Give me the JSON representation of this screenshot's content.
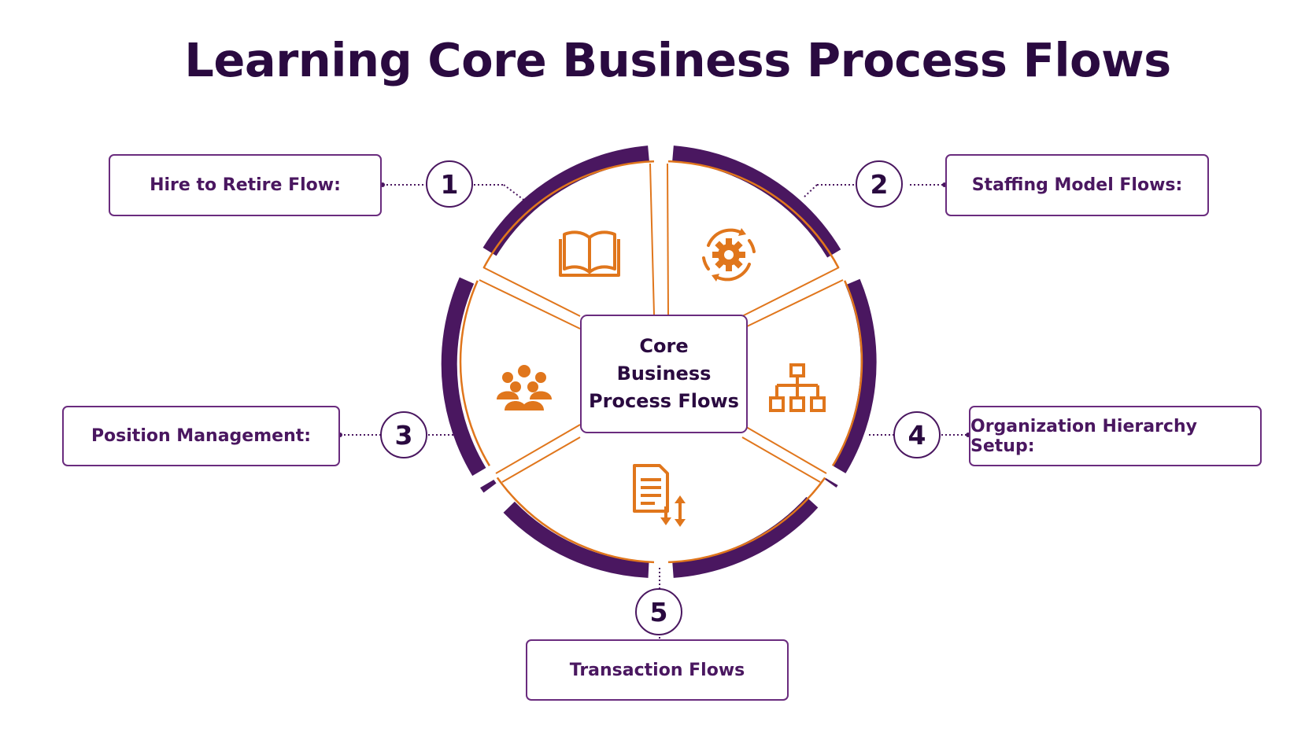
{
  "title": "Learning Core Business Process Flows",
  "center": {
    "lines": [
      "Core",
      "Business",
      "Process Flows"
    ]
  },
  "steps": [
    {
      "number": "1",
      "label": "Hire to Retire Flow:",
      "icon": "book-icon"
    },
    {
      "number": "2",
      "label": "Staffing Model Flows:",
      "icon": "gear-cycle-icon"
    },
    {
      "number": "3",
      "label": "Position Management:",
      "icon": "people-group-icon"
    },
    {
      "number": "4",
      "label": "Organization Hierarchy Setup:",
      "icon": "org-chart-icon"
    },
    {
      "number": "5",
      "label": "Transaction Flows",
      "icon": "document-transfer-icon"
    }
  ],
  "colors": {
    "purple": "#4a1760",
    "dark_text": "#2a0a40",
    "orange": "#e0761c",
    "box_border": "#6a2c7e"
  }
}
